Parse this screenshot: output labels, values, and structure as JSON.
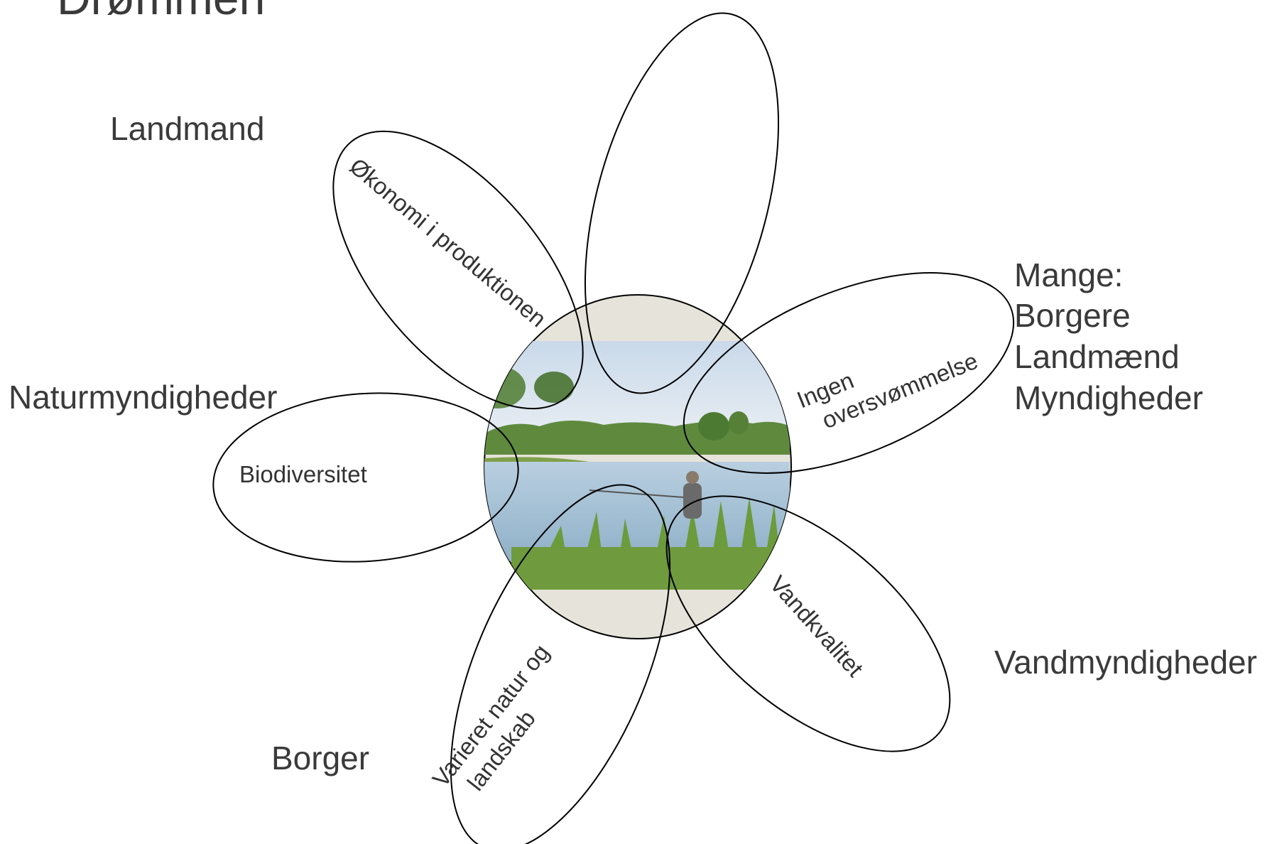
{
  "title": "Drømmen",
  "center": {
    "photo": "river-landscape-with-angler"
  },
  "petals": [
    {
      "id": "okonomi",
      "label": "Økonomi i produktionen",
      "stakeholder": "Landmand"
    },
    {
      "id": "top",
      "label": "",
      "stakeholder": ""
    },
    {
      "id": "ingen",
      "label_lines": [
        "Ingen",
        "oversvømmelse"
      ],
      "stakeholder_lines": [
        "Mange:",
        "Borgere",
        "Landmænd",
        "Myndigheder"
      ]
    },
    {
      "id": "vandkvalitet",
      "label": "Vandkvalitet",
      "stakeholder": "Vandmyndigheder"
    },
    {
      "id": "varieret",
      "label_lines": [
        "Varieret natur og",
        "landskab"
      ],
      "stakeholder": "Borger"
    },
    {
      "id": "biodiversitet",
      "label": "Biodiversitet",
      "stakeholder": "Naturmyndigheder"
    }
  ],
  "colors": {
    "outline": "#000000",
    "text": "#3a3a3a",
    "center_bg": "#e6e3da"
  }
}
